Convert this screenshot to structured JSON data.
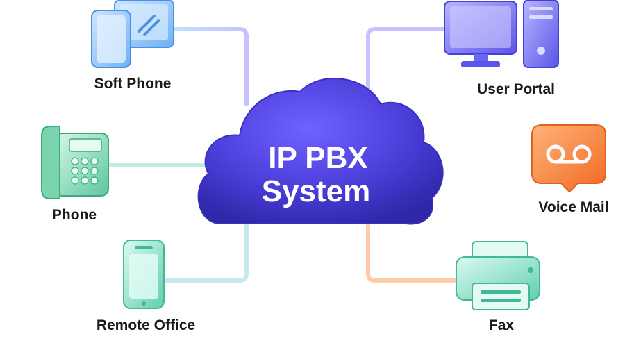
{
  "center": {
    "line1": "IP PBX",
    "line2": "System",
    "color": "#4b3fd6"
  },
  "nodes": {
    "soft_phone": {
      "label": "Soft Phone",
      "icon": "tablet-phone-icon",
      "color": "#7fb6f5"
    },
    "phone": {
      "label": "Phone",
      "icon": "desk-phone-icon",
      "color": "#5fc9a0"
    },
    "remote_office": {
      "label": "Remote Office",
      "icon": "mobile-phone-icon",
      "color": "#6dd3b8"
    },
    "user_portal": {
      "label": "User Portal",
      "icon": "desktop-computer-icon",
      "color": "#6e6cf0"
    },
    "voice_mail": {
      "label": "Voice Mail",
      "icon": "voicemail-icon",
      "color": "#f58a3a"
    },
    "fax": {
      "label": "Fax",
      "icon": "fax-machine-icon",
      "color": "#7fd3b0"
    }
  }
}
